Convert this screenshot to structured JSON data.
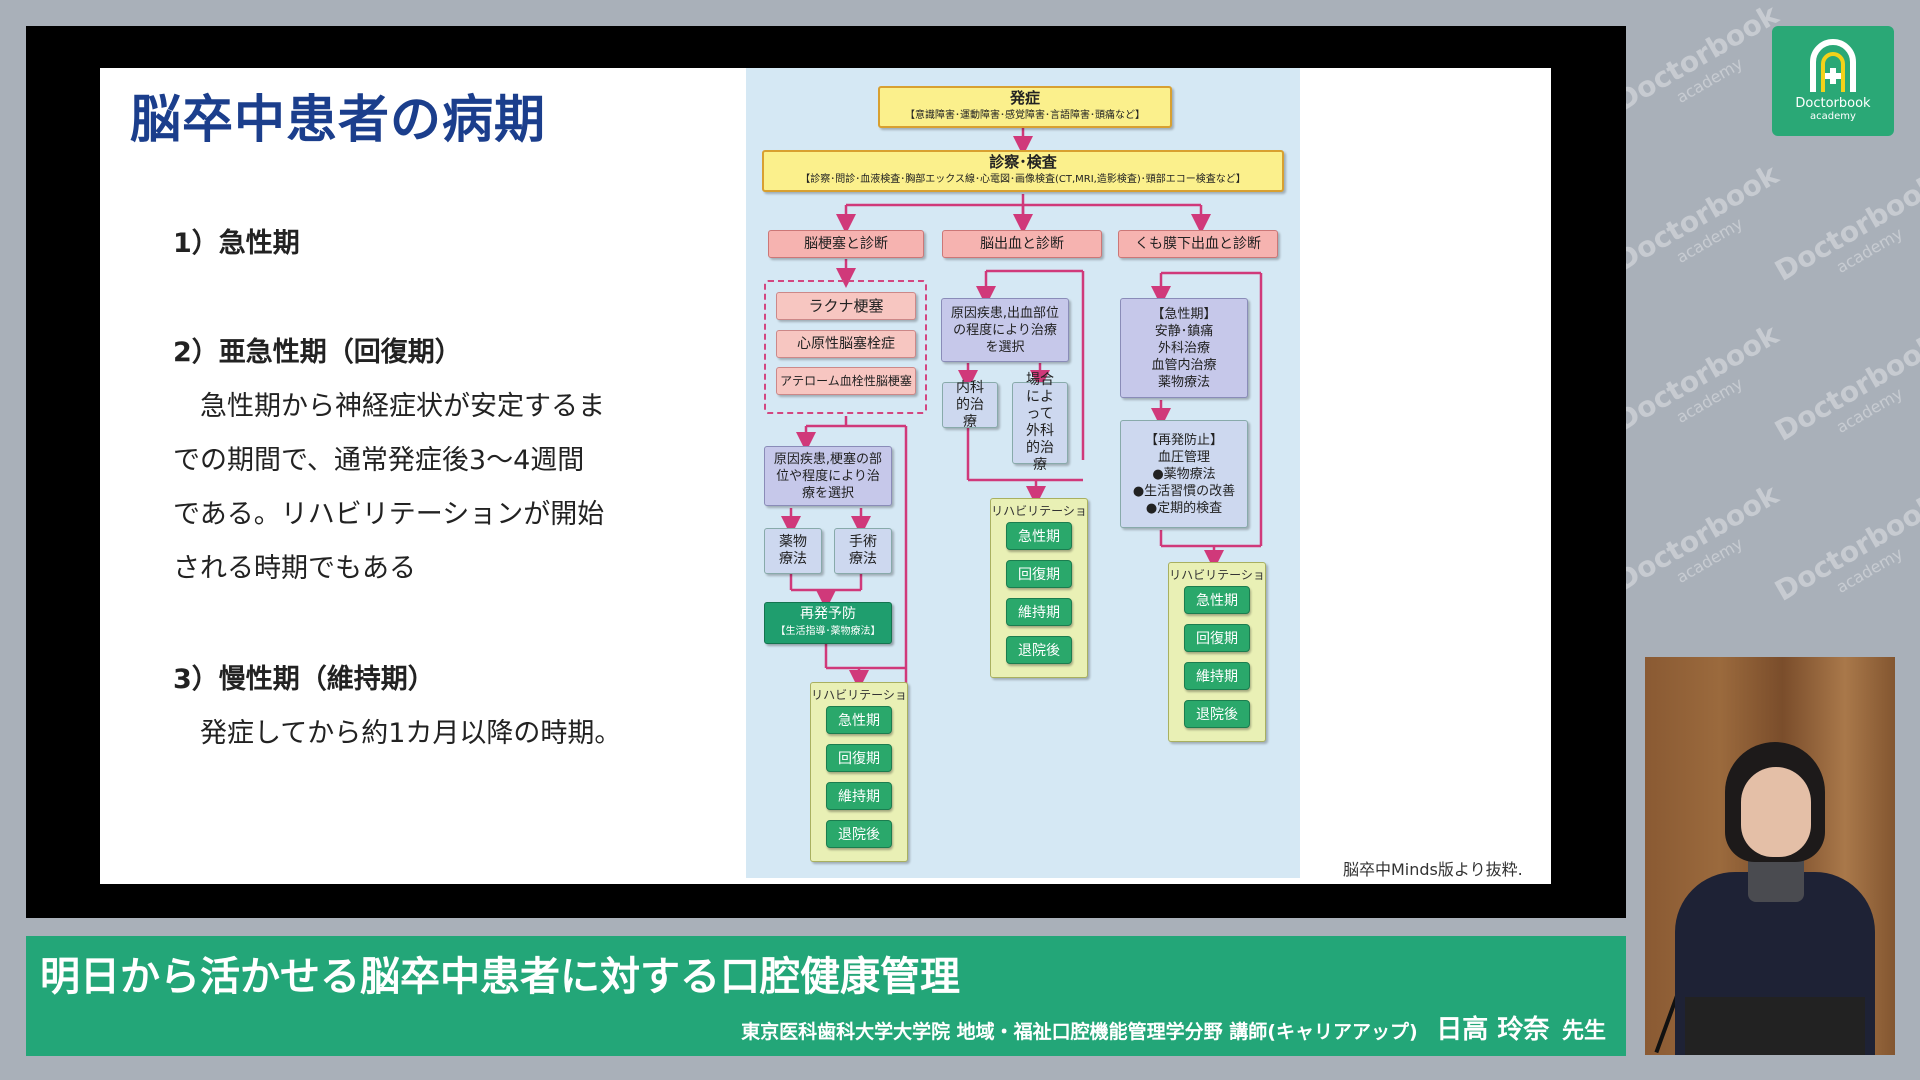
{
  "watermark": {
    "brand": "Doctorbook",
    "sub": "academy"
  },
  "slide": {
    "title": "脳卒中患者の病期",
    "phase1": {
      "heading": "1）急性期"
    },
    "phase2": {
      "heading": "2）亜急性期（回復期）",
      "lines": [
        "　急性期から神経症状が安定するま",
        "での期間で、通常発症後3〜4週間",
        "である。リハビリテーションが開始",
        "される時期でもある"
      ]
    },
    "phase3": {
      "heading": "3）慢性期（維持期）",
      "line": "　発症してから約1カ月以降の時期。"
    },
    "citation": "脳卒中Minds版より抜粋."
  },
  "flowchart": {
    "onset": {
      "title": "発症",
      "detail": "【意識障害･運動障害･感覚障害･言語障害･頭痛など】"
    },
    "exam": {
      "title": "診察･検査",
      "detail": "【診察･問診･血液検査･胸部エックス線･心電図･画像検査(CT,MRI,造影検査)･頸部エコー検査など】"
    },
    "branches": [
      "脳梗塞と診断",
      "脳出血と診断",
      "くも膜下出血と診断"
    ],
    "infarct_types": [
      "ラクナ梗塞",
      "心原性脳塞栓症",
      "アテローム血栓性脳梗塞"
    ],
    "infarct_select": "原因疾患,梗塞の部位や程度により治療を選択",
    "infarct_treatments": [
      "薬物療法",
      "手術療法"
    ],
    "infarct_prevent": {
      "title": "再発予防",
      "detail": "【生活指導･薬物療法】"
    },
    "hemorrhage_select": "原因疾患,出血部位の程度により治療を選択",
    "hemorrhage_treatments": [
      "内科的治療",
      "場合によって外科的治療"
    ],
    "sah_acute": {
      "title": "【急性期】",
      "items": [
        "安静･鎮痛",
        "外科治療",
        "血管内治療",
        "薬物療法"
      ]
    },
    "sah_prevent": {
      "title": "【再発防止】",
      "items": [
        "血圧管理",
        "●薬物療法",
        "●生活習慣の改善",
        "●定期的検査"
      ]
    },
    "rehab": {
      "title": "リハビリテーション",
      "stages": [
        "急性期",
        "回復期",
        "維持期",
        "退院後"
      ]
    }
  },
  "banner": {
    "title": "明日から活かせる脳卒中患者に対する口腔健康管理",
    "affiliation": "東京医科歯科大学大学院 地域・福祉口腔機能管理学分野 講師(キャリアアップ)",
    "name": "日高 玲奈",
    "honorific": "先生"
  },
  "logo": {
    "name": "Doctorbook",
    "sub": "academy"
  }
}
